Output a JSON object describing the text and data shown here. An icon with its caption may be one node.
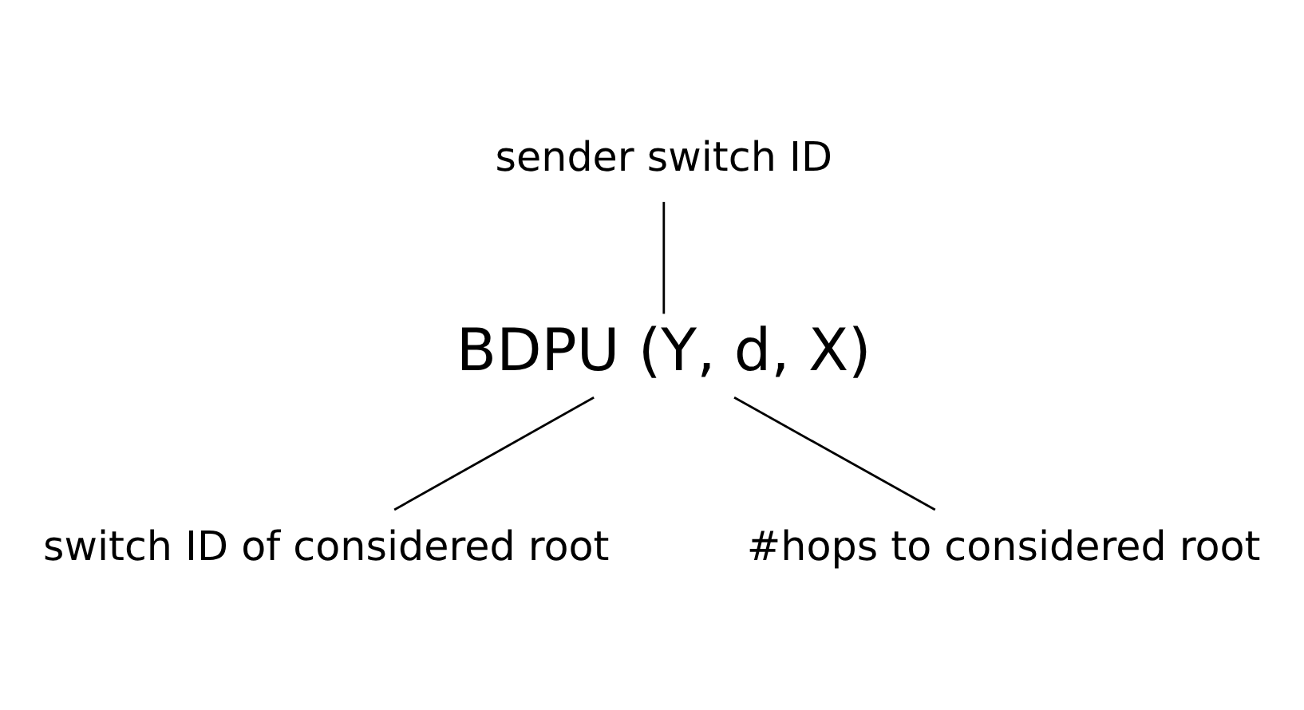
{
  "diagram": {
    "nodes": [
      {
        "text": [
          "sender switch ID"
        ]
      },
      {
        "text": [
          "BDPU (Y, d, X)"
        ]
      },
      {
        "text": [
          "switch ID of considered root"
        ]
      },
      {
        "text": [
          "#hops to considered root"
        ]
      }
    ],
    "edges": [
      {
        "from": 0,
        "to": 1,
        "arrow": "none"
      },
      {
        "from": 2,
        "to": 1,
        "arrow": "none"
      },
      {
        "from": 3,
        "to": 1,
        "arrow": "none"
      }
    ]
  }
}
